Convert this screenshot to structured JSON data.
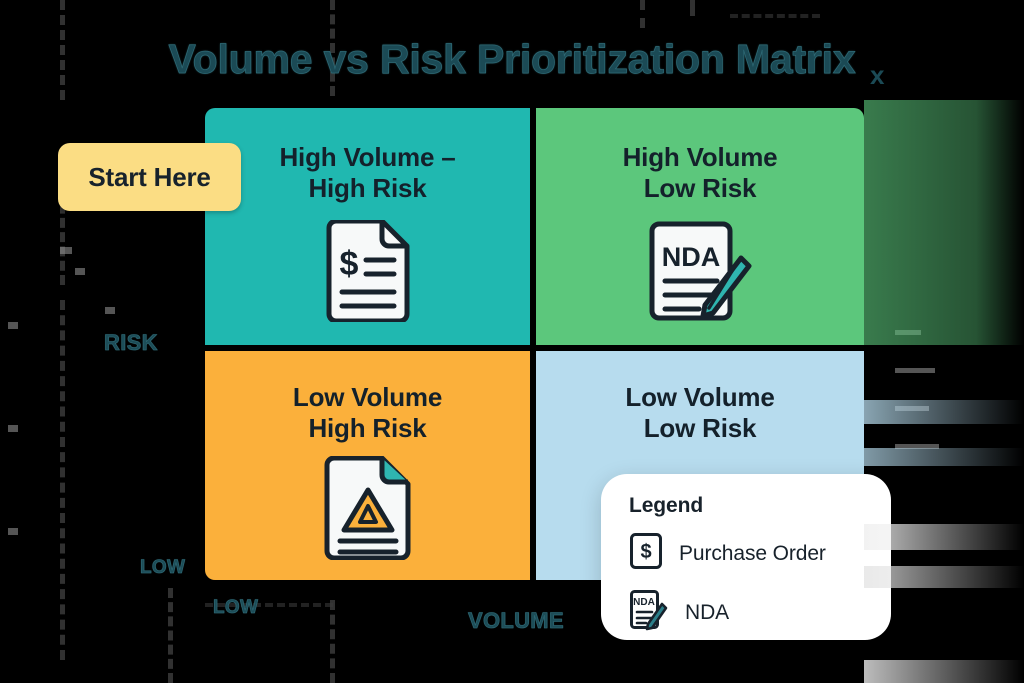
{
  "title": "Volume vs Risk Prioritization Matrix",
  "badge": {
    "label": "Start Here"
  },
  "axes": {
    "y_label": "RISK",
    "x_label": "VOLUME",
    "y_low_tick": "LOW",
    "x_low_tick": "LOW"
  },
  "quadrants": [
    {
      "id": "high-volume-high-risk",
      "title": "High Volume –\nHigh Risk",
      "color": "#20b8b0",
      "icon": "purchase-order-document-icon"
    },
    {
      "id": "high-volume-low-risk",
      "title": "High Volume\nLow Risk",
      "color": "#5cc77c",
      "icon": "nda-document-pen-icon",
      "icon_text": "NDA"
    },
    {
      "id": "low-volume-high-risk",
      "title": "Low Volume\nHigh Risk",
      "color": "#fbb03b",
      "icon": "warning-document-icon"
    },
    {
      "id": "low-volume-low-risk",
      "title": "Low Volume\nLow Risk",
      "color": "#b7dcee",
      "icon": null
    }
  ],
  "legend": {
    "title": "Legend",
    "items": [
      {
        "icon": "dollar-box-icon",
        "label": "Purchase Order"
      },
      {
        "icon": "nda-document-pen-icon",
        "label": "NDA",
        "icon_text": "NDA"
      }
    ]
  },
  "colors": {
    "background": "#000000",
    "title_text": "#1b4a55",
    "badge": "#fbdd84",
    "teal": "#20b8b0",
    "green": "#5cc77c",
    "orange": "#fbb03b",
    "light_blue": "#b7dcee",
    "ink": "#18222b"
  }
}
